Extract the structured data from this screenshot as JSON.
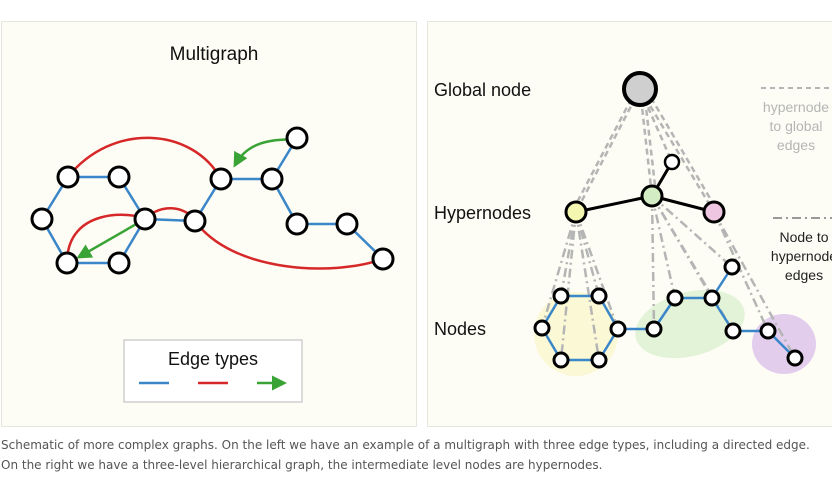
{
  "left_panel": {
    "title": "Multigraph",
    "legend_title": "Edge types"
  },
  "right_panel": {
    "row_labels": [
      "Global node",
      "Hypernodes",
      "Nodes"
    ],
    "legend_1_lines": [
      "hypernode",
      "to global",
      "edges"
    ],
    "legend_2_lines": [
      "Node to",
      "hypernode",
      "edges"
    ]
  },
  "colors": {
    "blue_edge": "#3a86c8",
    "red_edge": "#d62828",
    "green_edge": "#3aa335",
    "dashed_edge": "#b5b5b5",
    "global_node": "#cfcfcf",
    "hypernode_yellow": "#f3f7b0",
    "hypernode_green": "#d3ecc4",
    "hypernode_pink": "#eec6e2",
    "blob_yellow": "#fbf8d6",
    "blob_green": "#e2f3d7",
    "blob_purple": "#e2cdec"
  },
  "caption": "Schematic of more complex graphs. On the left we have an example of a multigraph with three edge types, including a directed edge. On the right we have a three-level hierarchical graph, the intermediate level nodes are hypernodes."
}
